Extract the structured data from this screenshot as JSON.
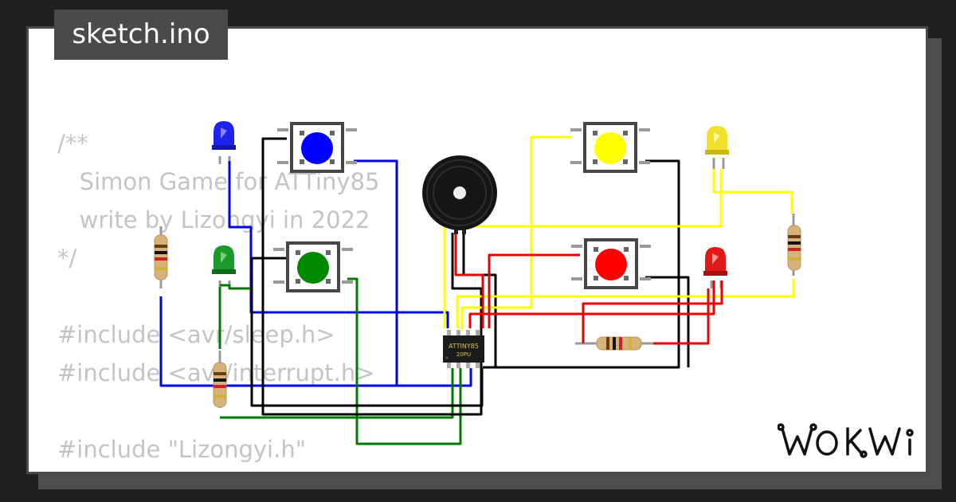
{
  "tab": {
    "filename": "sketch.ino"
  },
  "code_lines": [
    "/**",
    "   Simon Game for ATTiny85",
    "   write by Lizongyi in 2022",
    "*/",
    "",
    "#include <avr/sleep.h>",
    "#include <avr/interrupt.h>",
    "",
    "#include \"Lizongyi.h\""
  ],
  "chip": {
    "line1": "ATTINY85",
    "line2": "20PU"
  },
  "brand": {
    "name": "WOKWi"
  },
  "components": {
    "leds": [
      {
        "name": "blue-led",
        "color": "#2222ee"
      },
      {
        "name": "green-led",
        "color": "#1a9a2a"
      },
      {
        "name": "yellow-led",
        "color": "#f2e02a"
      },
      {
        "name": "red-led",
        "color": "#e01818"
      }
    ],
    "buttons": [
      {
        "name": "blue-button",
        "color": "#0000ff"
      },
      {
        "name": "green-button",
        "color": "#008800"
      },
      {
        "name": "yellow-button",
        "color": "#ffff00"
      },
      {
        "name": "red-button",
        "color": "#ff0000"
      }
    ],
    "resistors": [
      "resistor-left-top",
      "resistor-left-bottom",
      "resistor-right",
      "resistor-bottom"
    ],
    "buzzer": "buzzer"
  },
  "colors": {
    "wire_blue": "#0000ee",
    "wire_green": "#007a00",
    "wire_yellow": "#ffff00",
    "wire_red": "#ee0000",
    "wire_black": "#000000"
  }
}
